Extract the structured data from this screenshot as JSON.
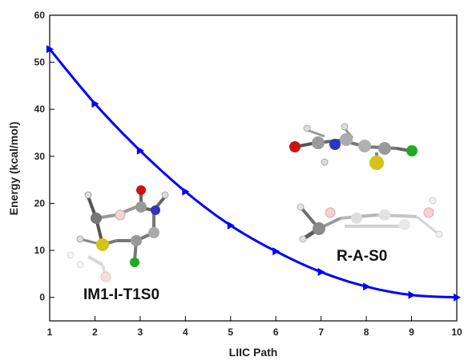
{
  "chart_data": {
    "type": "line",
    "title": "",
    "xlabel": "LIIC Path",
    "ylabel": "Energy (kcal/mol)",
    "xlim": [
      1,
      10
    ],
    "ylim": [
      -5,
      60
    ],
    "xticks": [
      1,
      2,
      3,
      4,
      5,
      6,
      7,
      8,
      9,
      10
    ],
    "yticks": [
      0,
      10,
      20,
      30,
      40,
      50,
      60
    ],
    "grid": false,
    "series": [
      {
        "color": "#0000ff",
        "marker": "right-triangle",
        "x": [
          1,
          2,
          3,
          4,
          5,
          6,
          7,
          8,
          9,
          10
        ],
        "y": [
          52.8,
          41.2,
          31.2,
          22.5,
          15.3,
          9.8,
          5.4,
          2.3,
          0.5,
          0.0
        ]
      }
    ],
    "annotations": [
      {
        "id": "left",
        "text": "IM1-I-T1S0"
      },
      {
        "id": "right",
        "text": "R-A-S0"
      }
    ]
  }
}
